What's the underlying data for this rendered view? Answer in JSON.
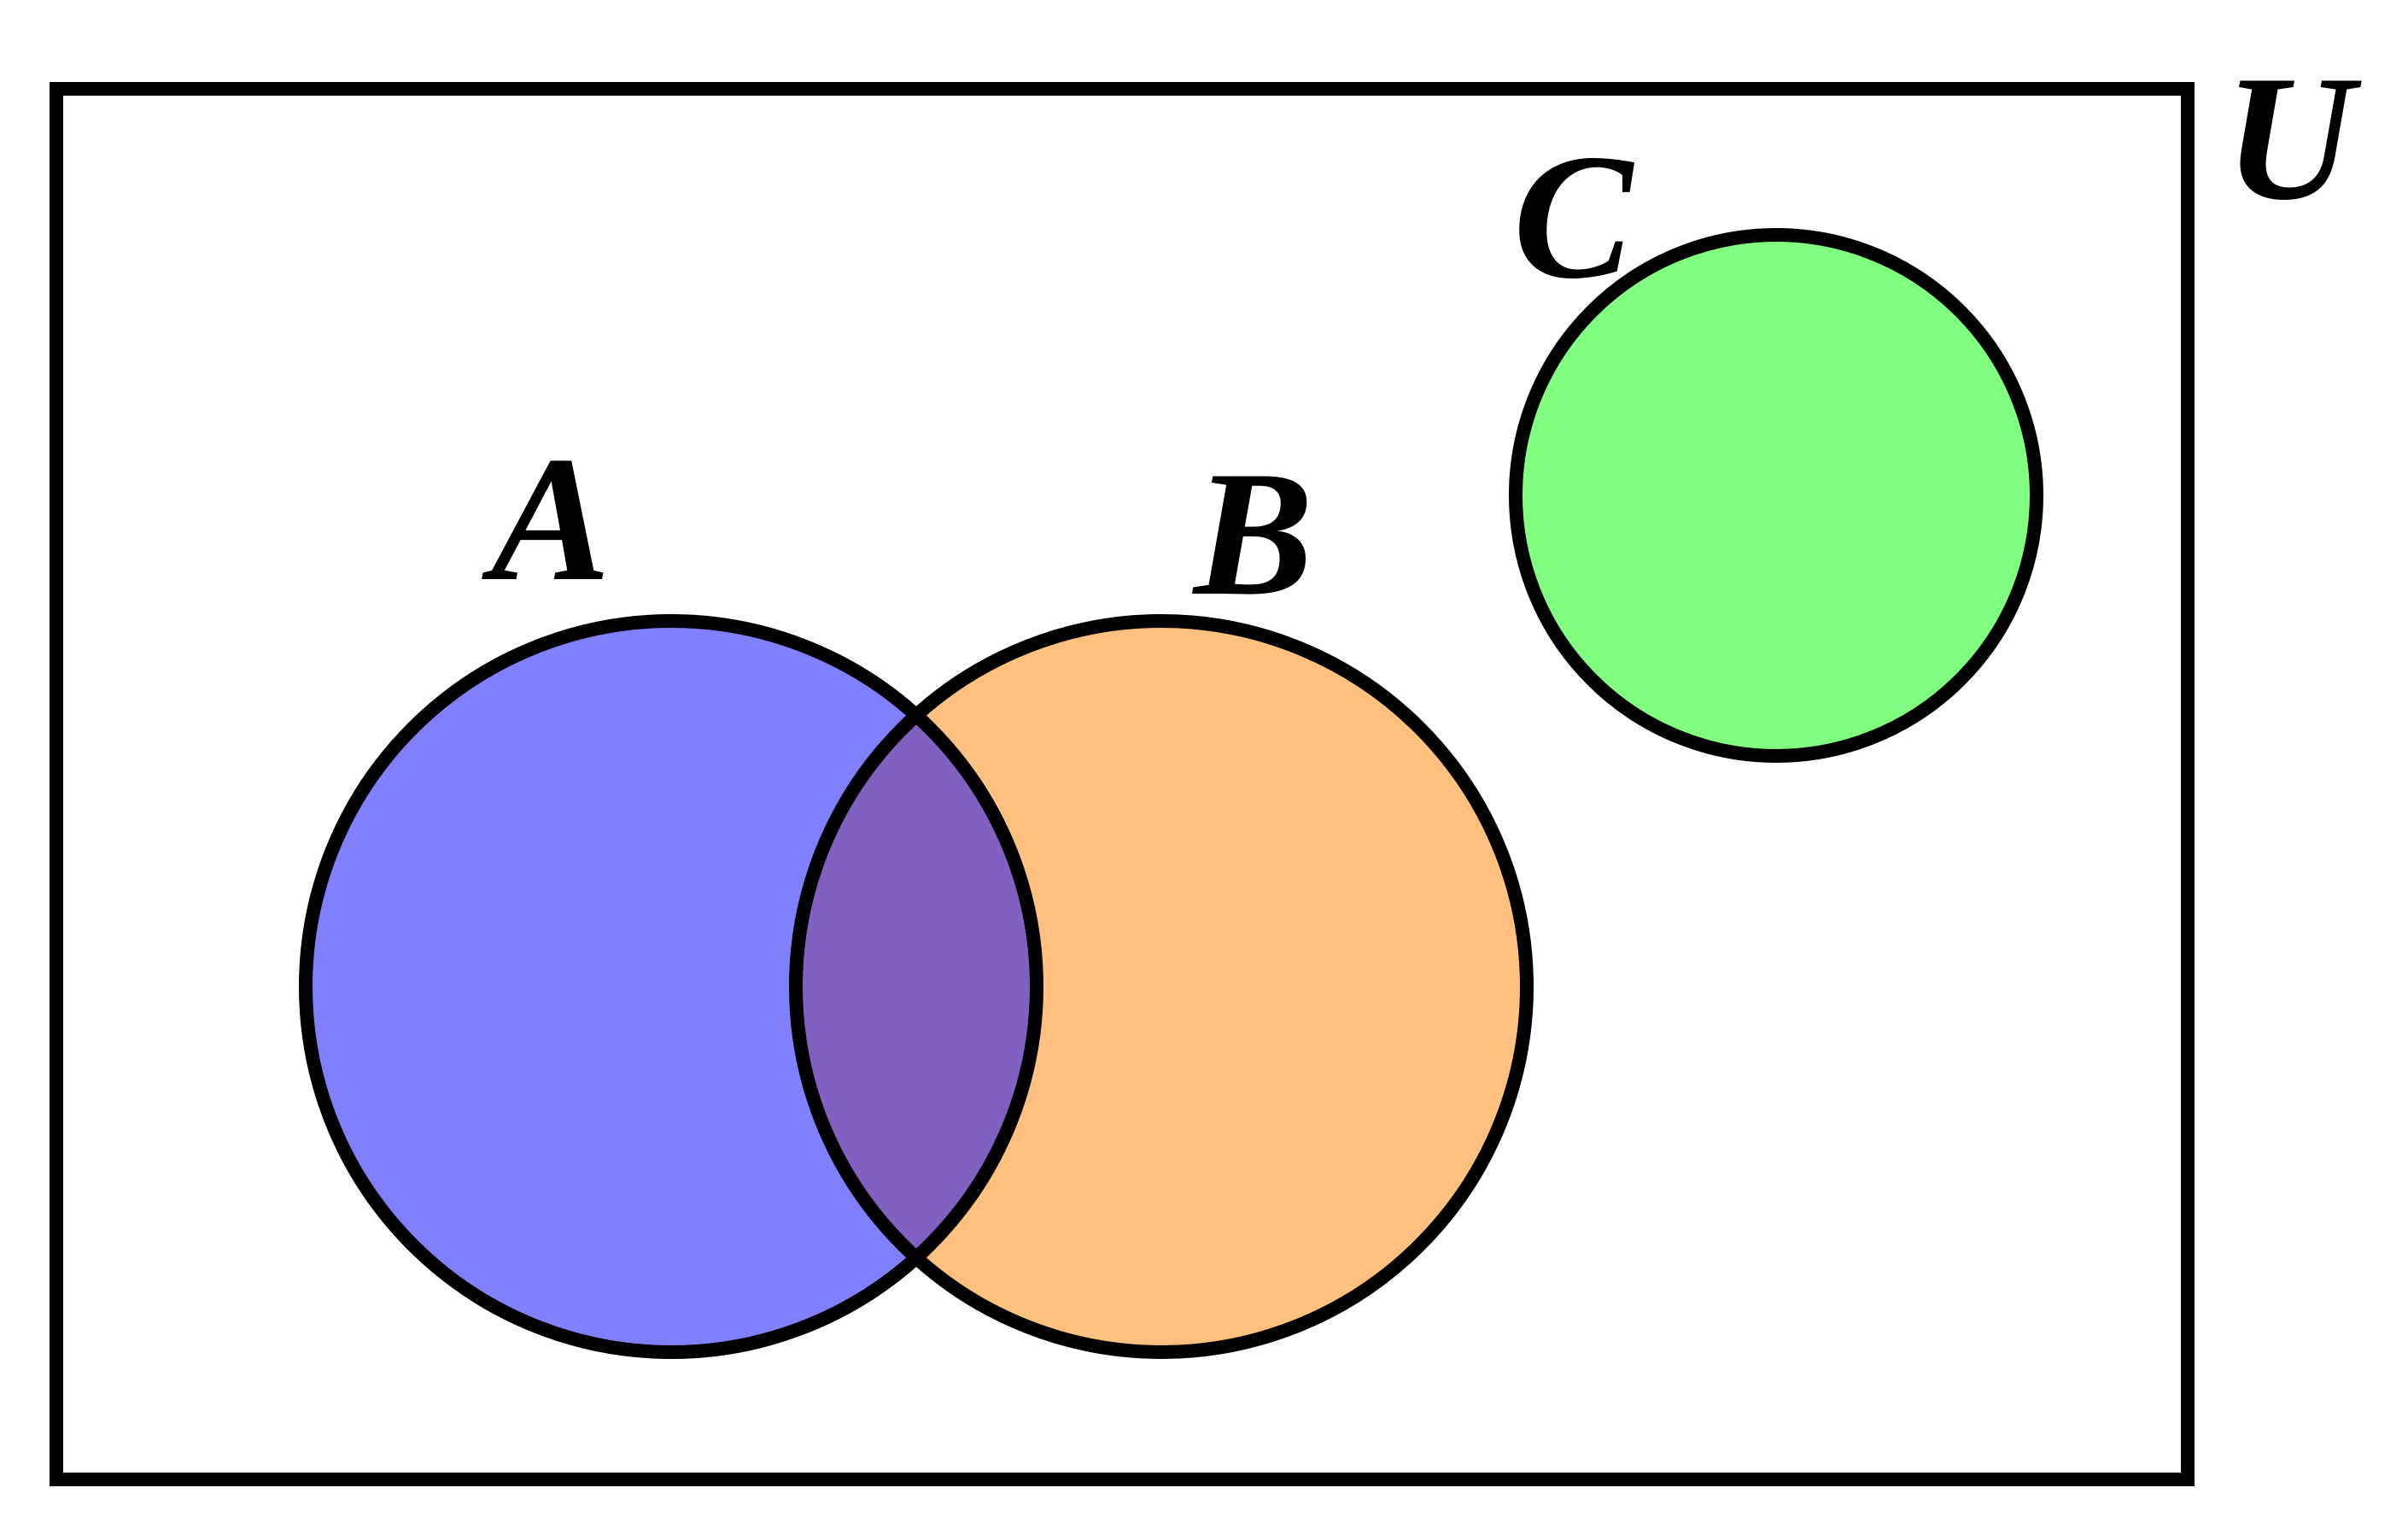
{
  "diagram": {
    "type": "venn",
    "universe": {
      "label": "U"
    },
    "sets": [
      {
        "id": "A",
        "label": "A",
        "color": "#8080FF"
      },
      {
        "id": "B",
        "label": "B",
        "color": "#FFC080"
      },
      {
        "id": "C",
        "label": "C",
        "color": "#80FF80"
      }
    ],
    "intersection_AB": {
      "color": "#8060C0"
    },
    "stroke_color": "#000000",
    "background": "#FFFFFF"
  }
}
